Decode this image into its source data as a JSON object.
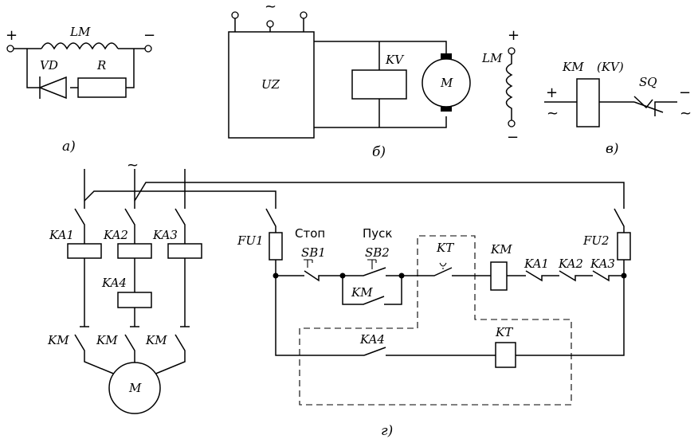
{
  "subfig_a": {
    "caption": "а)",
    "plus": "+",
    "minus": "−",
    "inductor": "LM",
    "diode": "VD",
    "resistor": "R"
  },
  "subfig_b": {
    "caption": "б)",
    "ac": "~",
    "converter": "UZ",
    "relay": "KV",
    "motor": "M",
    "field": "LM",
    "plus": "+",
    "minus": "−"
  },
  "subfig_v": {
    "caption": "в)",
    "coil": "KM",
    "coil_alt": "(KV)",
    "switch": "SQ",
    "plus": "+",
    "minus": "−",
    "ac_left": "~",
    "ac_right": "~"
  },
  "subfig_g": {
    "caption": "г)",
    "ac": "~",
    "ka1": "KA1",
    "ka2": "KA2",
    "ka3": "KA3",
    "ka4": "KA4",
    "km1": "KM",
    "km2": "KM",
    "km3": "KM",
    "motor": "M",
    "fu1": "FU1",
    "fu2": "FU2",
    "stop": "Стоп",
    "start": "Пуск",
    "sb1": "SB1",
    "sb2": "SB2",
    "km_hold": "KM",
    "kt_contact": "KT",
    "km_coil": "KM",
    "ka1_c": "KA1",
    "ka2_c": "KA2",
    "ka3_c": "KA3",
    "ka4_c": "KA4",
    "kt_coil": "KT"
  }
}
